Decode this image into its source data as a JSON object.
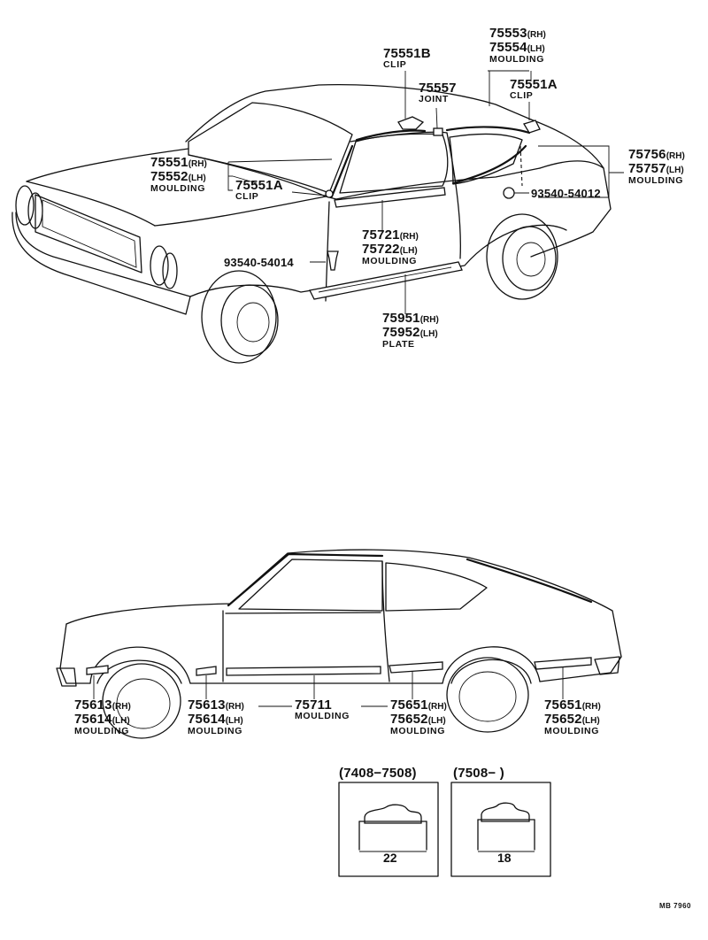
{
  "callouts": {
    "c75551b": {
      "pn": "75551B",
      "desc": "CLIP"
    },
    "c75557": {
      "pn": "75557",
      "desc": "JOINT"
    },
    "c75553": {
      "pn1": "75553",
      "sfx1": "(RH)",
      "pn2": "75554",
      "sfx2": "(LH)",
      "desc": "MOULDING"
    },
    "c75551a_top": {
      "pn": "75551A",
      "desc": "CLIP"
    },
    "c75551": {
      "pn1": "75551",
      "sfx1": "(RH)",
      "pn2": "75552",
      "sfx2": "(LH)",
      "desc": "MOULDING"
    },
    "c75551a_left": {
      "pn": "75551A",
      "desc": "CLIP"
    },
    "c75756": {
      "pn1": "75756",
      "sfx1": "(RH)",
      "pn2": "75757",
      "sfx2": "(LH)",
      "desc": "MOULDING"
    },
    "c93540_r": {
      "pn": "93540-54012"
    },
    "c75721": {
      "pn1": "75721",
      "sfx1": "(RH)",
      "pn2": "75722",
      "sfx2": "(LH)",
      "desc": "MOULDING"
    },
    "c93540_l": {
      "pn": "93540-54014"
    },
    "c75951": {
      "pn1": "75951",
      "sfx1": "(RH)",
      "pn2": "75952",
      "sfx2": "(LH)",
      "desc": "PLATE"
    },
    "c75613_a": {
      "pn1": "75613",
      "sfx1": "(RH)",
      "pn2": "75614",
      "sfx2": "(LH)",
      "desc": "MOULDING"
    },
    "c75613_b": {
      "pn1": "75613",
      "sfx1": "(RH)",
      "pn2": "75614",
      "sfx2": "(LH)",
      "desc": "MOULDING"
    },
    "c75711": {
      "pn": "75711",
      "desc": "MOULDING"
    },
    "c75651_a": {
      "pn1": "75651",
      "sfx1": "(RH)",
      "pn2": "75652",
      "sfx2": "(LH)",
      "desc": "MOULDING"
    },
    "c75651_b": {
      "pn1": "75651",
      "sfx1": "(RH)",
      "pn2": "75652",
      "sfx2": "(LH)",
      "desc": "MOULDING"
    }
  },
  "sections": {
    "left": {
      "range": "(7408−7508)",
      "dim": "22"
    },
    "right": {
      "range": "(7508−          )",
      "dim": "18"
    }
  },
  "footer": {
    "code": "MB 7960"
  }
}
